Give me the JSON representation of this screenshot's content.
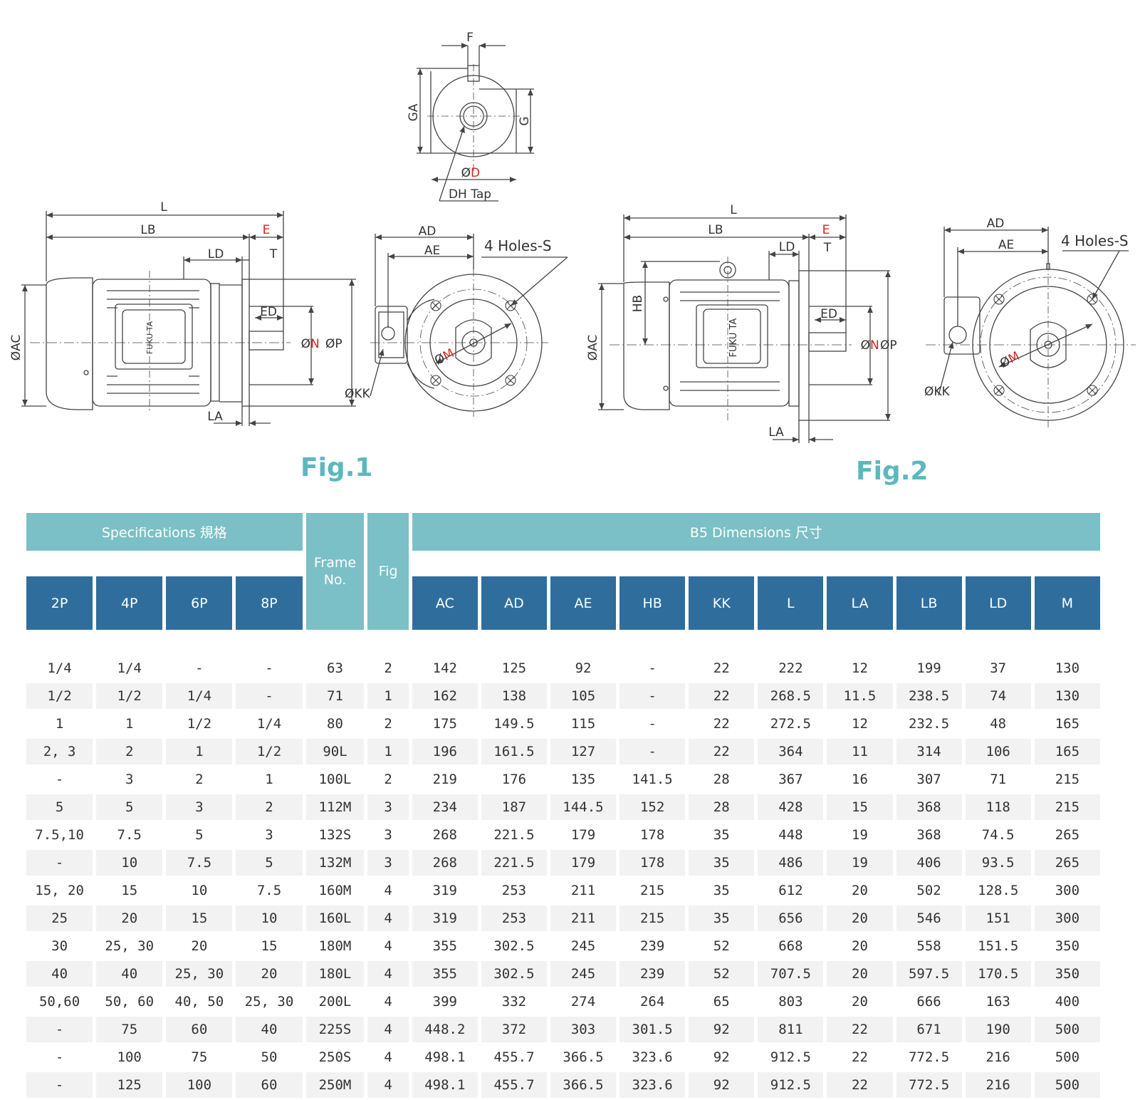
{
  "figures": {
    "fig1": "Fig.1",
    "fig2": "Fig.2"
  },
  "drawing_labels": {
    "top": {
      "f": "F",
      "ga": "GA",
      "g": "G",
      "d_prefix": "Ø",
      "d": "D",
      "dh": "DH Tap"
    },
    "fig1": {
      "l": "L",
      "lb": "LB",
      "e": "E",
      "ld": "LD",
      "t": "T",
      "ed": "ED",
      "n_prefix": "Ø",
      "n": "N",
      "p": "ØP",
      "ac": "ØAC",
      "la": "LA",
      "ad": "AD",
      "ae": "AE",
      "holes": "4 Holes-S",
      "kk": "ØKK",
      "m_prefix": "Ø",
      "m": "M",
      "brand": "FUKU TA"
    },
    "fig2": {
      "l": "L",
      "lb": "LB",
      "e": "E",
      "ld": "LD",
      "t": "T",
      "ed": "ED",
      "n_prefix": "Ø",
      "n": "N",
      "p": "ØP",
      "ac": "ØAC",
      "la": "LA",
      "hb": "HB",
      "ad": "AD",
      "ae": "AE",
      "holes": "4 Holes-S",
      "kk": "ØKK",
      "m_prefix": "Ø",
      "m": "M",
      "brand": "FUKU TA"
    }
  },
  "table": {
    "group_specs": "Specifications 規格",
    "frame_no": "Frame No.",
    "fig": "Fig",
    "group_dims": "B5 Dimensions 尺寸",
    "pole_headers": [
      "2P",
      "4P",
      "6P",
      "8P"
    ],
    "dim_headers": [
      "AC",
      "AD",
      "AE",
      "HB",
      "KK",
      "L",
      "LA",
      "LB",
      "LD",
      "M"
    ],
    "rows": [
      [
        "1/4",
        "1/4",
        "-",
        "-",
        "63",
        "2",
        "142",
        "125",
        "92",
        "-",
        "22",
        "222",
        "12",
        "199",
        "37",
        "130"
      ],
      [
        "1/2",
        "1/2",
        "1/4",
        "-",
        "71",
        "1",
        "162",
        "138",
        "105",
        "-",
        "22",
        "268.5",
        "11.5",
        "238.5",
        "74",
        "130"
      ],
      [
        "1",
        "1",
        "1/2",
        "1/4",
        "80",
        "2",
        "175",
        "149.5",
        "115",
        "-",
        "22",
        "272.5",
        "12",
        "232.5",
        "48",
        "165"
      ],
      [
        "2, 3",
        "2",
        "1",
        "1/2",
        "90L",
        "1",
        "196",
        "161.5",
        "127",
        "-",
        "22",
        "364",
        "11",
        "314",
        "106",
        "165"
      ],
      [
        "-",
        "3",
        "2",
        "1",
        "100L",
        "2",
        "219",
        "176",
        "135",
        "141.5",
        "28",
        "367",
        "16",
        "307",
        "71",
        "215"
      ],
      [
        "5",
        "5",
        "3",
        "2",
        "112M",
        "3",
        "234",
        "187",
        "144.5",
        "152",
        "28",
        "428",
        "15",
        "368",
        "118",
        "215"
      ],
      [
        "7.5,10",
        "7.5",
        "5",
        "3",
        "132S",
        "3",
        "268",
        "221.5",
        "179",
        "178",
        "35",
        "448",
        "19",
        "368",
        "74.5",
        "265"
      ],
      [
        "-",
        "10",
        "7.5",
        "5",
        "132M",
        "3",
        "268",
        "221.5",
        "179",
        "178",
        "35",
        "486",
        "19",
        "406",
        "93.5",
        "265"
      ],
      [
        "15, 20",
        "15",
        "10",
        "7.5",
        "160M",
        "4",
        "319",
        "253",
        "211",
        "215",
        "35",
        "612",
        "20",
        "502",
        "128.5",
        "300"
      ],
      [
        "25",
        "20",
        "15",
        "10",
        "160L",
        "4",
        "319",
        "253",
        "211",
        "215",
        "35",
        "656",
        "20",
        "546",
        "151",
        "300"
      ],
      [
        "30",
        "25, 30",
        "20",
        "15",
        "180M",
        "4",
        "355",
        "302.5",
        "245",
        "239",
        "52",
        "668",
        "20",
        "558",
        "151.5",
        "350"
      ],
      [
        "40",
        "40",
        "25, 30",
        "20",
        "180L",
        "4",
        "355",
        "302.5",
        "245",
        "239",
        "52",
        "707.5",
        "20",
        "597.5",
        "170.5",
        "350"
      ],
      [
        "50,60",
        "50, 60",
        "40, 50",
        "25, 30",
        "200L",
        "4",
        "399",
        "332",
        "274",
        "264",
        "65",
        "803",
        "20",
        "666",
        "163",
        "400"
      ],
      [
        "-",
        "75",
        "60",
        "40",
        "225S",
        "4",
        "448.2",
        "372",
        "303",
        "301.5",
        "92",
        "811",
        "22",
        "671",
        "190",
        "500"
      ],
      [
        "-",
        "100",
        "75",
        "50",
        "250S",
        "4",
        "498.1",
        "455.7",
        "366.5",
        "323.6",
        "92",
        "912.5",
        "22",
        "772.5",
        "216",
        "500"
      ],
      [
        "-",
        "125",
        "100",
        "60",
        "250M",
        "4",
        "498.1",
        "455.7",
        "366.5",
        "323.6",
        "92",
        "912.5",
        "22",
        "772.5",
        "216",
        "500"
      ]
    ]
  },
  "colors": {
    "teal_header": "#7bc0c6",
    "blue_header": "#2f6e9c",
    "m_header": "#e5762a",
    "m_values": "#d22b2b",
    "fig_label": "#5bb8bf"
  }
}
